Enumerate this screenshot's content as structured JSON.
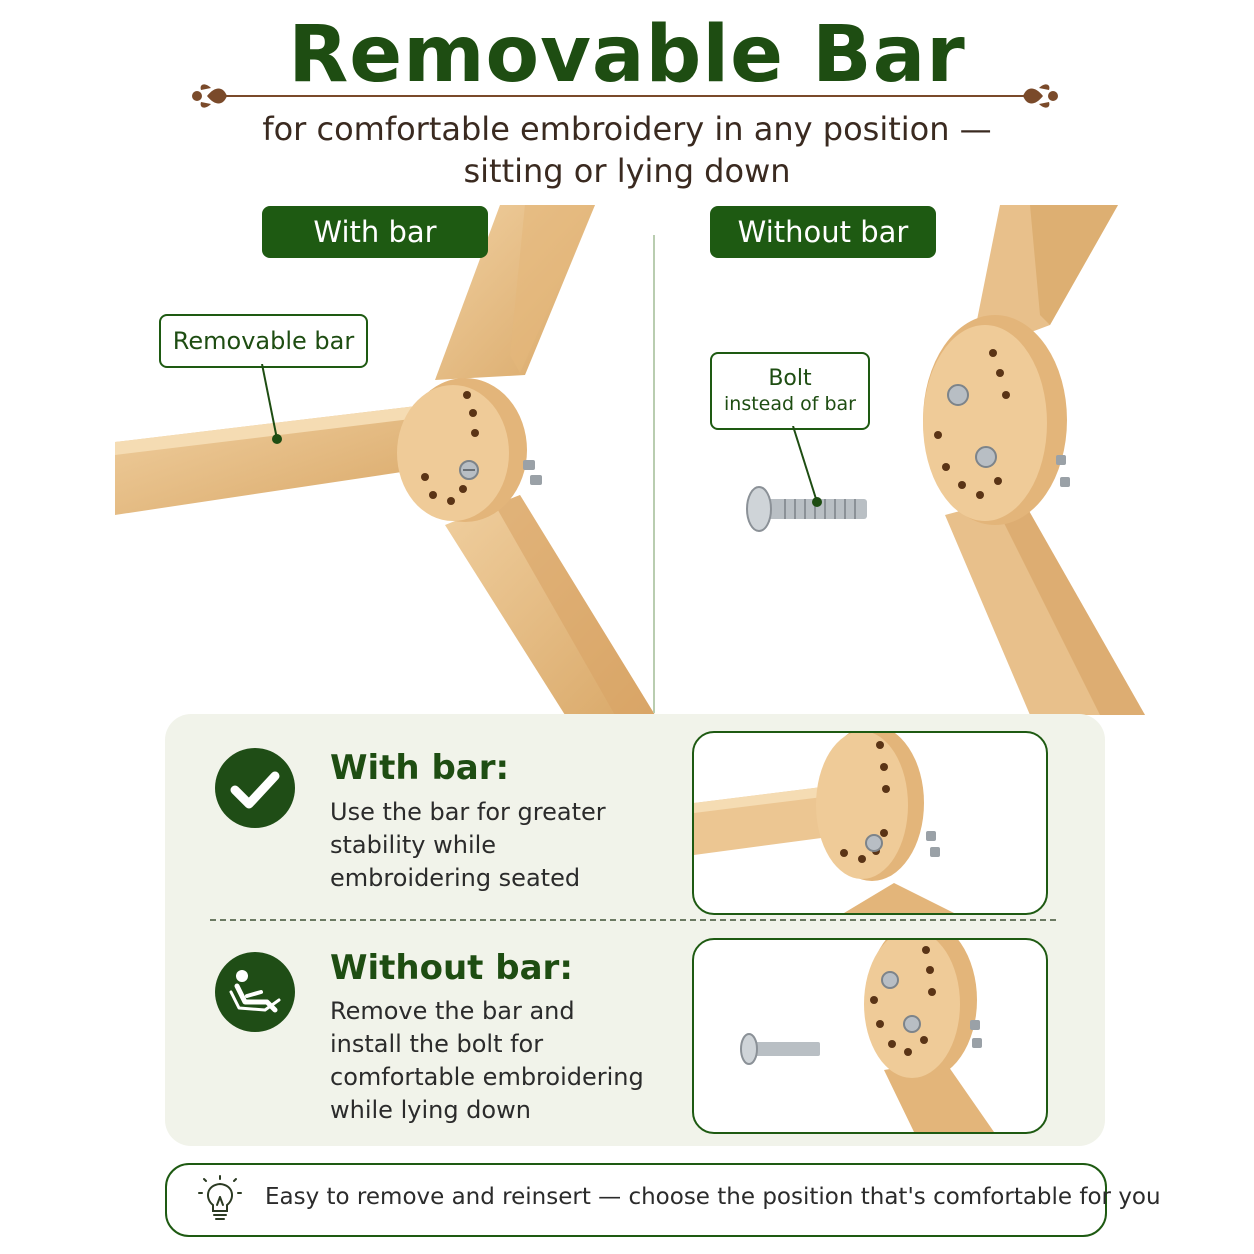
{
  "header": {
    "title": "Removable Bar",
    "subtitle_line1": "for comfortable embroidery in any position —",
    "subtitle_line2": "sitting or lying down"
  },
  "left_panel": {
    "label": "With bar",
    "callout": "Removable bar"
  },
  "right_panel": {
    "label": "Without bar",
    "callout_line1": "Bolt",
    "callout_line2": "instead of bar"
  },
  "features": [
    {
      "icon": "checkmark-icon",
      "title": "With bar:",
      "desc_lines": [
        "Use the bar for greater",
        "stability while",
        "embroidering seated"
      ]
    },
    {
      "icon": "reclining-person-icon",
      "title": "Without bar:",
      "desc_lines": [
        "Remove the bar and",
        "install the bolt for",
        "comfortable embroidering",
        "while lying down"
      ]
    }
  ],
  "footer": {
    "icon": "lightbulb-icon",
    "text": "Easy to remove and reinsert — choose the position that's comfortable for you"
  },
  "colors": {
    "brand_green": "#1e5a12",
    "title_green": "#1e4d12",
    "wood": "#e6bd86",
    "ornament_brown": "#7a4a2a"
  }
}
